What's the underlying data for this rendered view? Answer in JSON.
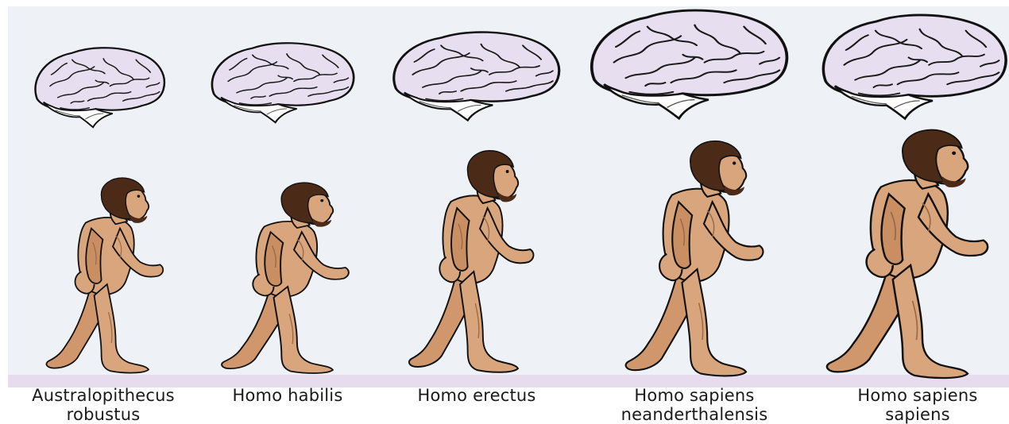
{
  "colors": {
    "background": "#eef2f7",
    "ground": "#e6dcee",
    "brain_fill": "#e7dff0",
    "cerebellum_fill": "#ffffff",
    "skin": "#d9a57c",
    "skin_shadow": "#b9845c",
    "hair": "#4b2a17",
    "outline": "#111111"
  },
  "species": [
    {
      "line1": "Australopithecus",
      "line2": "robustus",
      "brain_icon": "brain-icon",
      "figure_icon": "hominid-figure-icon"
    },
    {
      "line1": "Homo habilis",
      "line2": "",
      "brain_icon": "brain-icon",
      "figure_icon": "hominid-figure-icon"
    },
    {
      "line1": "Homo erectus",
      "line2": "",
      "brain_icon": "brain-icon",
      "figure_icon": "hominid-figure-icon"
    },
    {
      "line1": "Homo sapiens",
      "line2": "neanderthalensis",
      "brain_icon": "brain-icon",
      "figure_icon": "hominid-figure-icon"
    },
    {
      "line1": "Homo sapiens",
      "line2": "sapiens",
      "brain_icon": "brain-icon",
      "figure_icon": "hominid-figure-icon"
    }
  ]
}
